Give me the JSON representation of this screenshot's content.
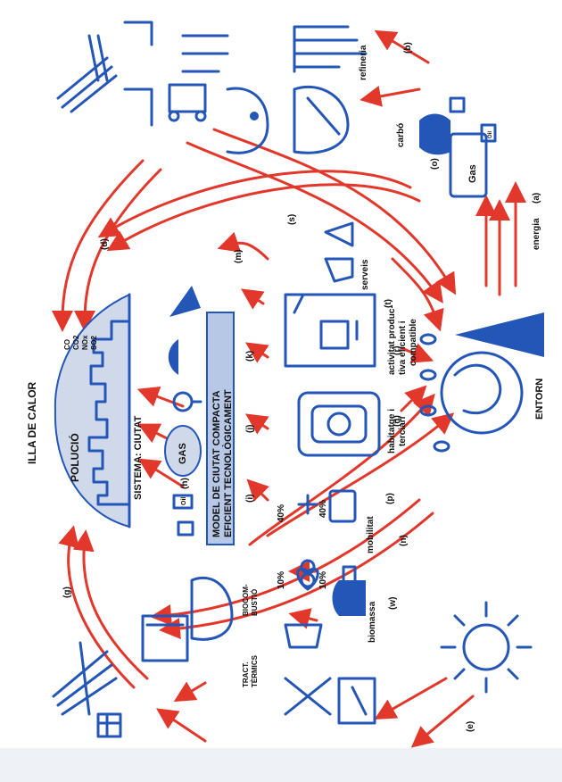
{
  "colors": {
    "blue": "#2456b8",
    "red": "#e2372b",
    "dome_fill": "#cfd9ea",
    "model_box": "#b7c7e6"
  },
  "title_heat_island": "ILLA DE CALOR",
  "pollution": "POLUCIÓ",
  "pollutants": {
    "co": "CO",
    "co2": "CO2",
    "nox": "NOx",
    "so2": "SO2"
  },
  "system_label": "SISTEMA: CIUTAT",
  "model_title_1": "MODEL DE CIUTAT COMPACTA",
  "model_title_2": "EFICIENT TECNOLÒGICAMENT",
  "entorn": "ENTORN",
  "gas_upper": "GAS",
  "gas_tank": "Gas",
  "oil": "Oil",
  "carbo": "carbó",
  "energia": "energia",
  "refineria": "refineria",
  "serveis": "serveis",
  "activitat": [
    "activitat produc-",
    "tiva eficient i",
    "compatible"
  ],
  "habitatge": [
    "habitatge i",
    "terciari"
  ],
  "mobilitat": "mobilitat",
  "percents": {
    "p40a": "40%",
    "p40b": "40%",
    "p10a": "10%",
    "p10b": "10%"
  },
  "biomassa": "biomassa",
  "biocombustio": [
    "BIOCOM-",
    "BUSTIÓ"
  ],
  "tract": [
    "TRACT.",
    "TÈRMICS"
  ],
  "letters": {
    "a": "(a)",
    "b": "(b)",
    "d": "(d)",
    "e": "(e)",
    "g": "(g)",
    "h": "(h)",
    "i": "(i)",
    "j": "(j)",
    "k": "(k)",
    "m": "(m)",
    "n": "(n)",
    "o": "(o)",
    "p": "(p)",
    "q": "(q)",
    "r": "(r)",
    "s": "(s)",
    "t": "(t)",
    "w": "(w)"
  }
}
